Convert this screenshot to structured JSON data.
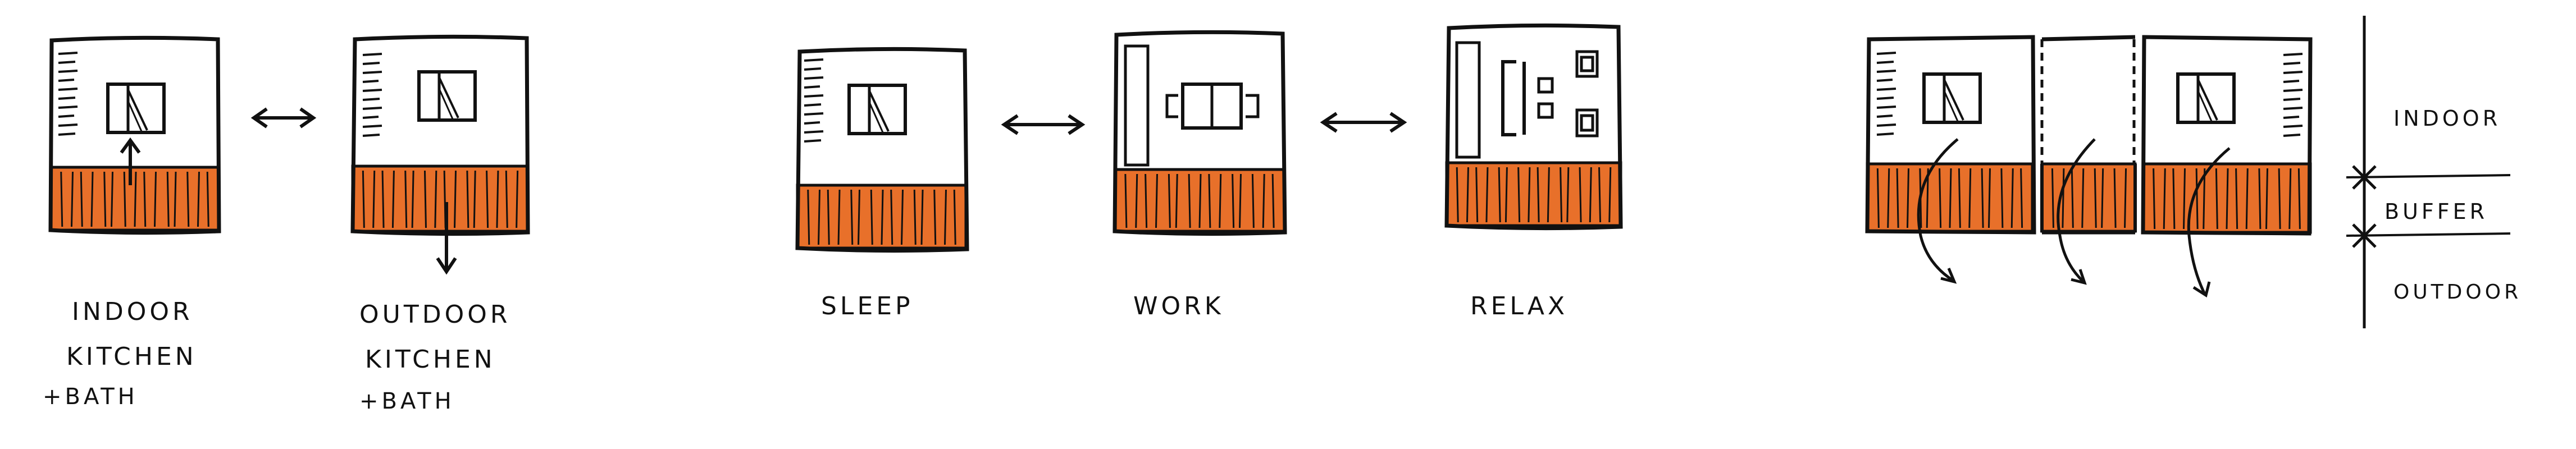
{
  "colors": {
    "ink": "#111111",
    "band": "#e8702a",
    "paper": "#ffffff"
  },
  "panel_a": {
    "indoor_label": [
      "INDOOR",
      "KITCHEN",
      "+BATH"
    ],
    "outdoor_label": [
      "OUTDOOR",
      "KITCHEN",
      "+BATH"
    ]
  },
  "panel_b": {
    "labels": [
      "SLEEP",
      "WORK",
      "RELAX"
    ]
  },
  "panel_c": {
    "zones": [
      "INDOOR",
      "BUFFER",
      "OUTDOOR"
    ]
  }
}
